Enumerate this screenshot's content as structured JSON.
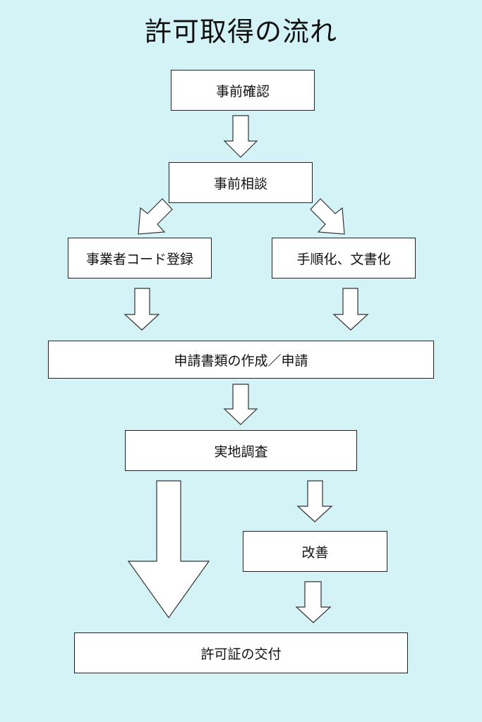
{
  "title": "許可取得の流れ",
  "steps": {
    "prior_check": "事前確認",
    "prior_consult": "事前相談",
    "business_code": "事業者コード登録",
    "procedure_doc": "手順化、文書化",
    "application": "申請書類の作成／申請",
    "inspection": "実地調査",
    "improvement": "改善",
    "issuance": "許可証の交付"
  }
}
